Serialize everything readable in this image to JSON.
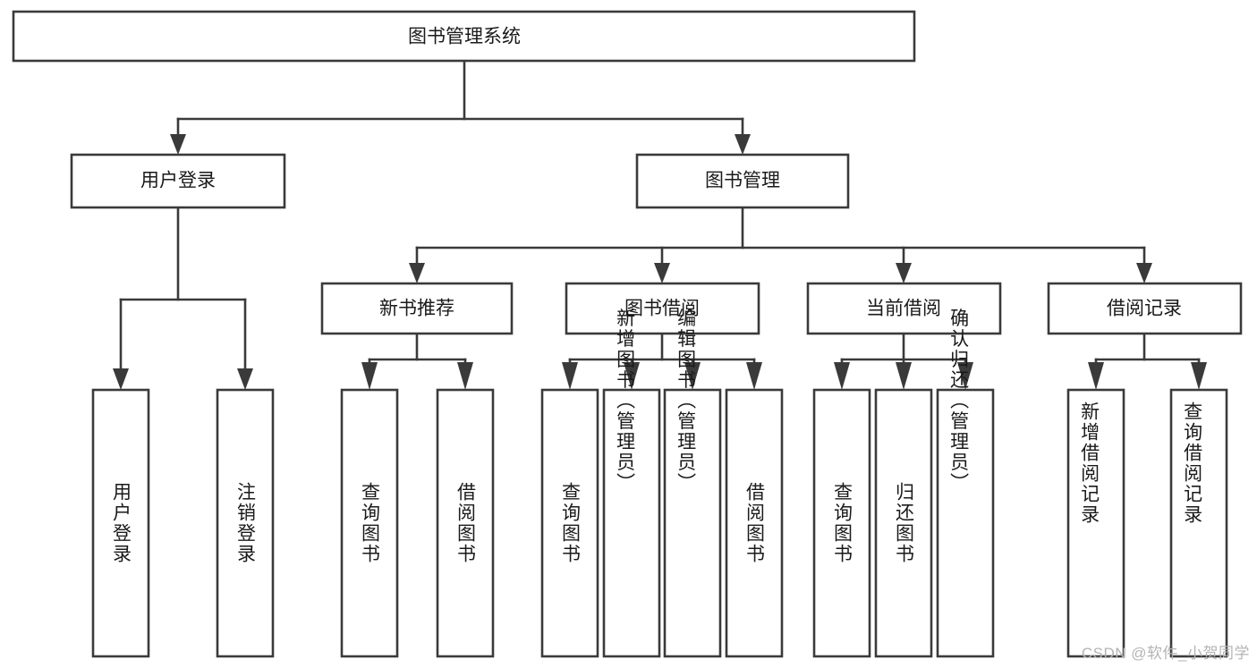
{
  "diagram": {
    "type": "tree",
    "title": "图书管理系统",
    "orientation": "top-down",
    "watermark": "CSDN @软件_小贺同学",
    "colors": {
      "box_stroke": "#3a3a3a",
      "box_fill": "#ffffff",
      "connector": "#3a3a3a",
      "text": "#1a1a1a",
      "background": "#ffffff",
      "watermark": "#b4b4b4"
    },
    "root": {
      "label": "图书管理系统"
    },
    "level2": [
      {
        "label": "用户登录"
      },
      {
        "label": "图书管理"
      }
    ],
    "level3": [
      {
        "label": "新书推荐"
      },
      {
        "label": "图书借阅"
      },
      {
        "label": "当前借阅"
      },
      {
        "label": "借阅记录"
      }
    ],
    "leaves": {
      "user_login": [
        {
          "label": "用户登录"
        },
        {
          "label": "注销登录"
        }
      ],
      "new_book_recommend": [
        {
          "label": "查询图书"
        },
        {
          "label": "借阅图书"
        }
      ],
      "book_borrow": [
        {
          "label": "查询图书"
        },
        {
          "label": "新增图书（管理员）"
        },
        {
          "label": "编辑图书（管理员）"
        },
        {
          "label": "借阅图书"
        }
      ],
      "current_borrow": [
        {
          "label": "查询图书"
        },
        {
          "label": "归还图书"
        },
        {
          "label": "确认归还（管理员）"
        }
      ],
      "borrow_record": [
        {
          "label": "新增借阅记录"
        },
        {
          "label": "查询借阅记录"
        }
      ]
    }
  }
}
